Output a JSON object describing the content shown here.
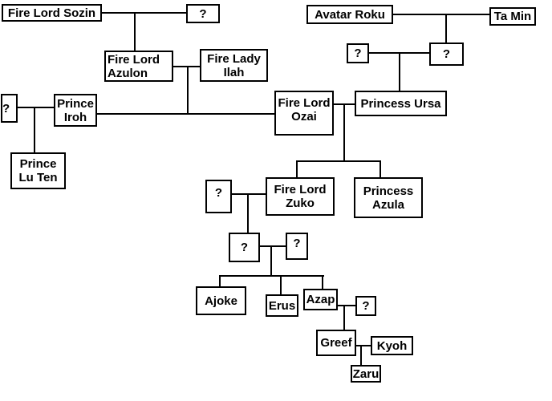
{
  "diagram": {
    "type": "family-tree",
    "nodes": {
      "sozin": {
        "lines": [
          "Fire Lord Sozin"
        ]
      },
      "sozin_spouse": {
        "lines": [
          "?"
        ]
      },
      "azulon": {
        "lines": [
          "Fire Lord",
          "Azulon"
        ]
      },
      "ilah": {
        "lines": [
          "Fire Lady",
          "Ilah"
        ]
      },
      "roku": {
        "lines": [
          "Avatar Roku"
        ]
      },
      "ta_min": {
        "lines": [
          "Ta Min"
        ]
      },
      "ursa_father": {
        "lines": [
          "?"
        ]
      },
      "ursa_mother": {
        "lines": [
          "?"
        ]
      },
      "iroh_spouse": {
        "lines": [
          "?"
        ]
      },
      "iroh": {
        "lines": [
          "Prince",
          "Iroh"
        ]
      },
      "lu_ten": {
        "lines": [
          "Prince",
          "Lu Ten"
        ]
      },
      "ozai": {
        "lines": [
          "Fire Lord",
          "Ozai"
        ]
      },
      "ursa": {
        "lines": [
          "Princess Ursa"
        ]
      },
      "zuko_spouse": {
        "lines": [
          "?"
        ]
      },
      "zuko": {
        "lines": [
          "Fire Lord",
          "Zuko"
        ]
      },
      "azula": {
        "lines": [
          "Princess",
          "Azula"
        ]
      },
      "zuko_child": {
        "lines": [
          "?"
        ]
      },
      "zuko_child_spouse": {
        "lines": [
          "?"
        ]
      },
      "ajoke": {
        "lines": [
          "Ajoke"
        ]
      },
      "erus": {
        "lines": [
          "Erus"
        ]
      },
      "azap": {
        "lines": [
          "Azap"
        ]
      },
      "azap_spouse": {
        "lines": [
          "?"
        ]
      },
      "greef": {
        "lines": [
          "Greef"
        ]
      },
      "kyoh": {
        "lines": [
          "Kyoh"
        ]
      },
      "zaru": {
        "lines": [
          "Zaru"
        ]
      }
    },
    "relations": [
      {
        "type": "marriage",
        "a": "sozin",
        "b": "sozin_spouse",
        "children": [
          "azulon"
        ]
      },
      {
        "type": "marriage",
        "a": "roku",
        "b": "ta_min",
        "children": [
          "ursa_mother"
        ]
      },
      {
        "type": "marriage",
        "a": "azulon",
        "b": "ilah",
        "children": [
          "iroh",
          "ozai"
        ]
      },
      {
        "type": "marriage",
        "a": "ursa_father",
        "b": "ursa_mother",
        "children": [
          "ursa"
        ]
      },
      {
        "type": "marriage",
        "a": "iroh_spouse",
        "b": "iroh",
        "children": [
          "lu_ten"
        ]
      },
      {
        "type": "marriage",
        "a": "ozai",
        "b": "ursa",
        "children": [
          "zuko",
          "azula"
        ]
      },
      {
        "type": "marriage",
        "a": "zuko_spouse",
        "b": "zuko",
        "children": [
          "zuko_child"
        ]
      },
      {
        "type": "marriage",
        "a": "zuko_child",
        "b": "zuko_child_spouse",
        "children": [
          "ajoke",
          "erus",
          "azap"
        ]
      },
      {
        "type": "marriage",
        "a": "azap",
        "b": "azap_spouse",
        "children": [
          "greef"
        ]
      },
      {
        "type": "marriage",
        "a": "greef",
        "b": "kyoh",
        "children": [
          "zaru"
        ]
      }
    ]
  }
}
